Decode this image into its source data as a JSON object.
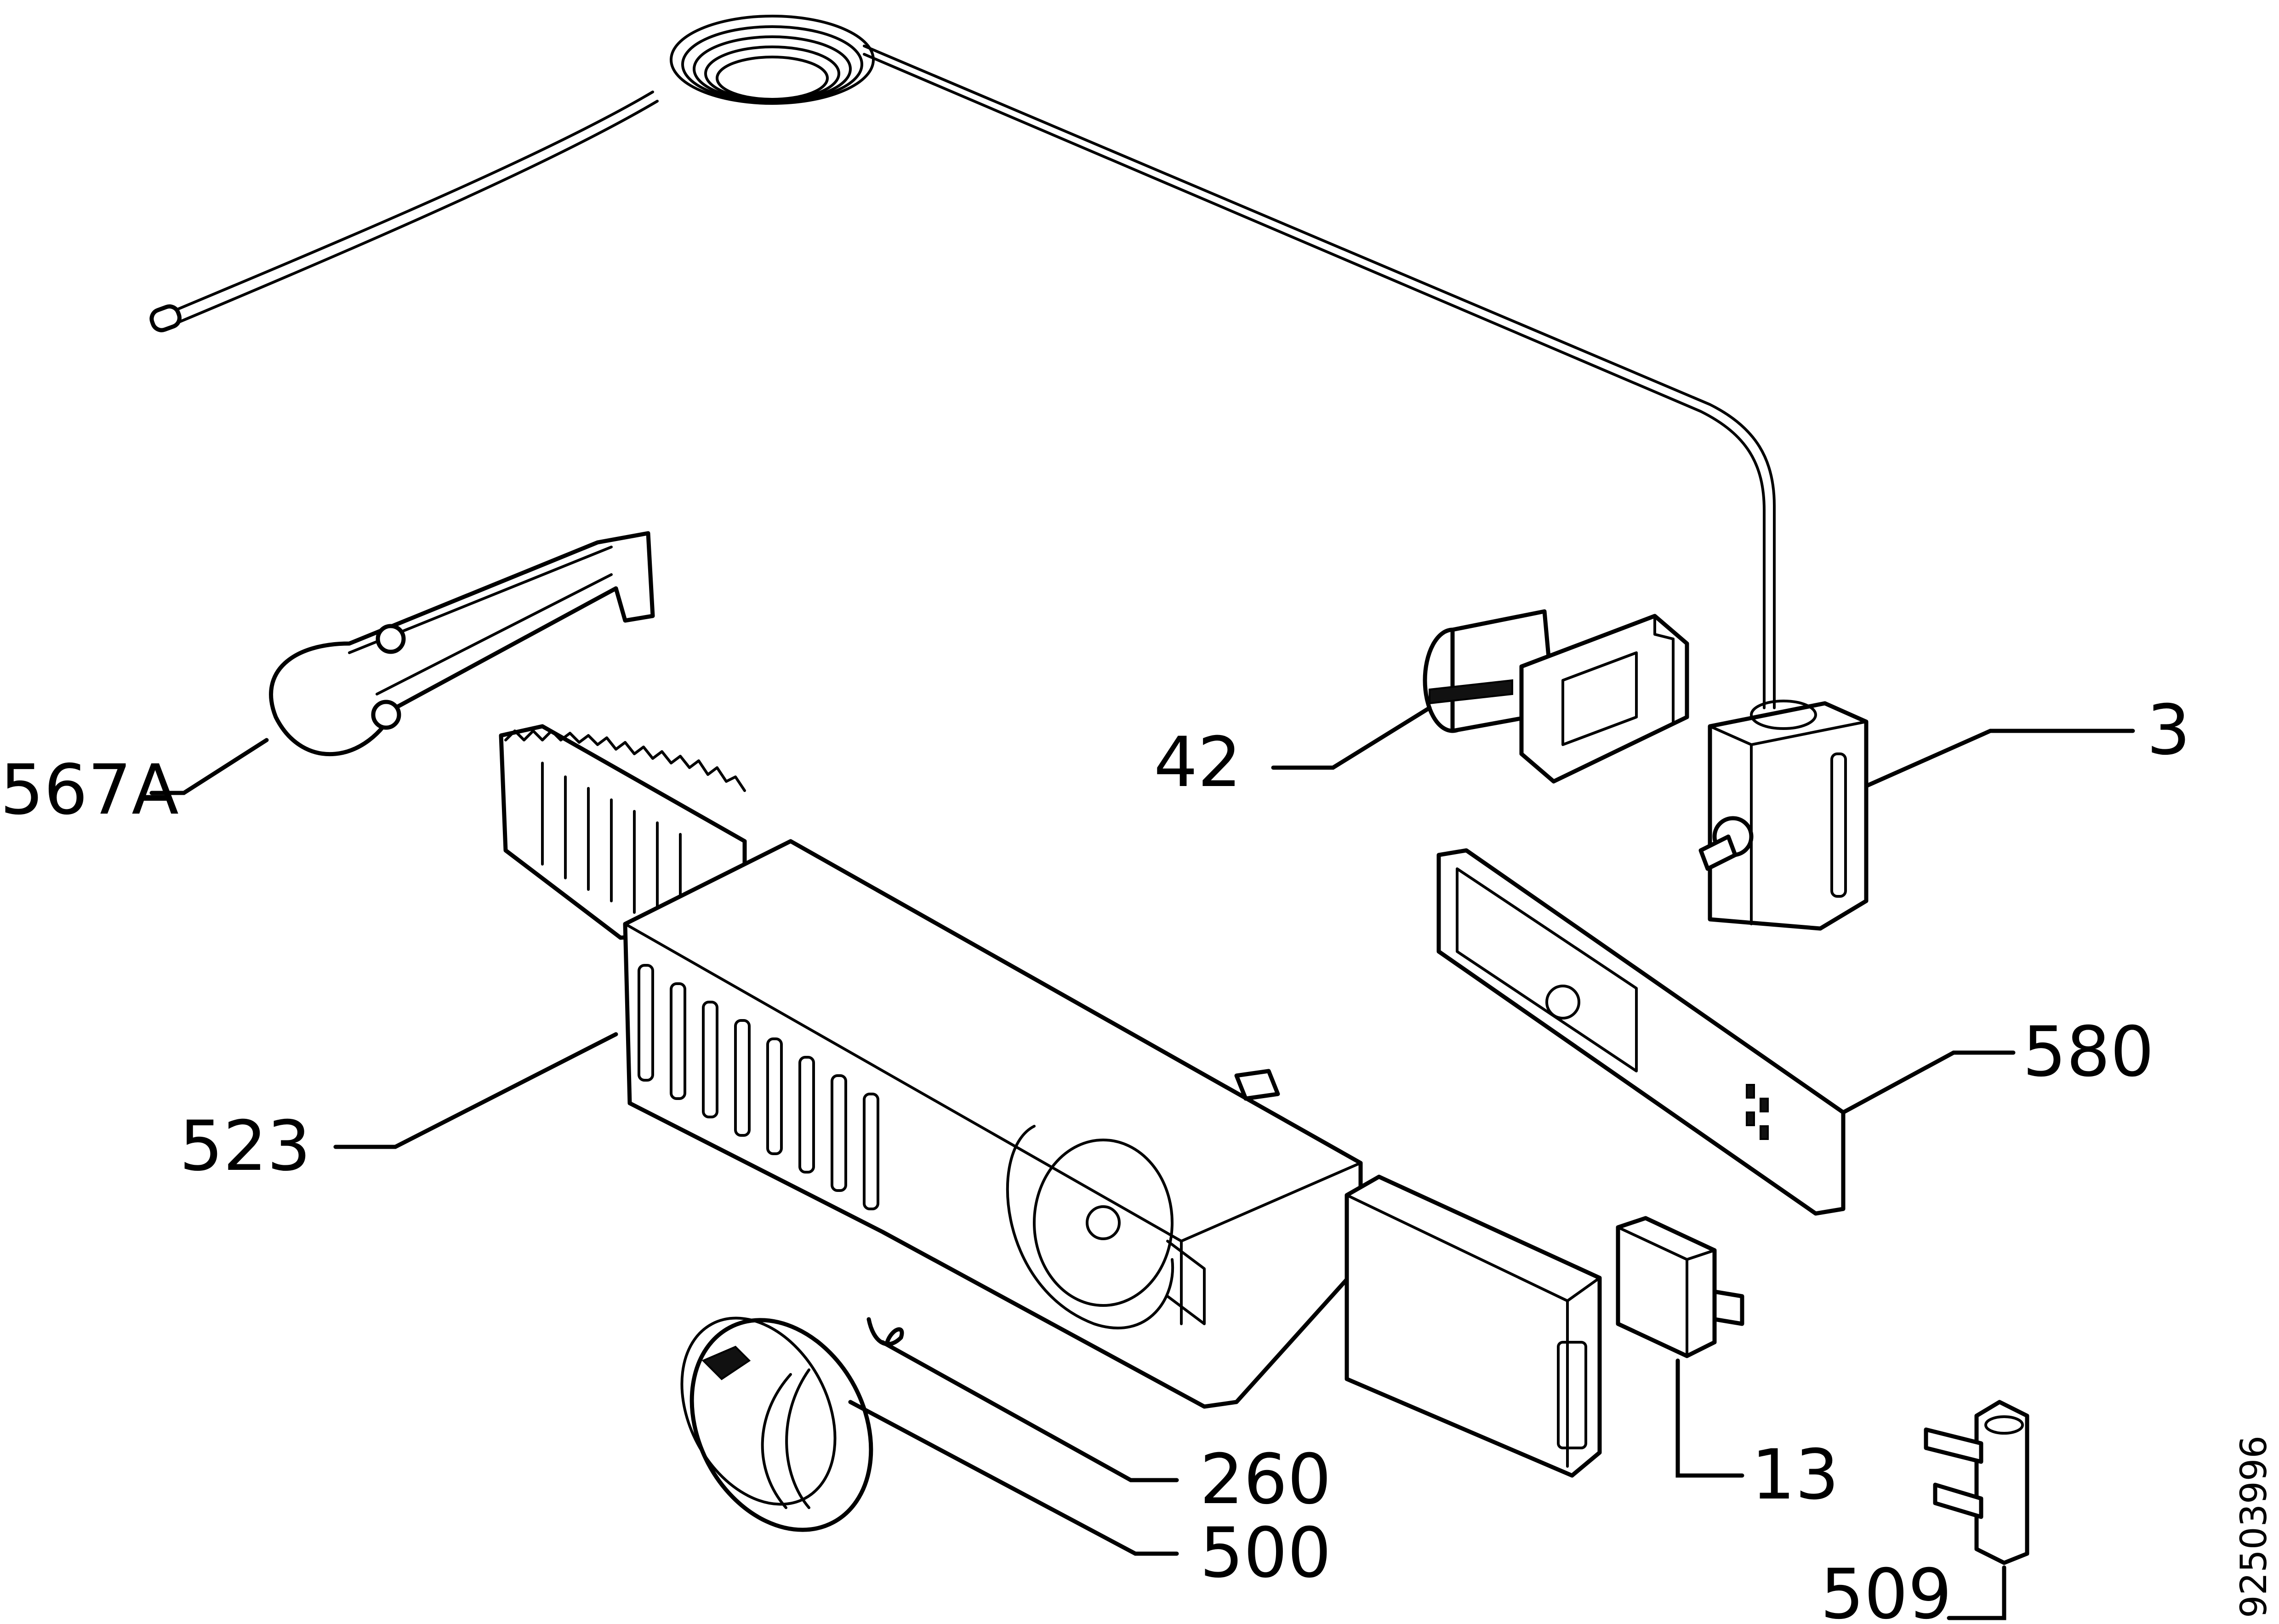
{
  "diagram": {
    "labels": {
      "p567a": "567A",
      "p42": "42",
      "p3": "3",
      "p580": "580",
      "p523": "523",
      "p260": "260",
      "p500": "500",
      "p13": "13",
      "p509": "509"
    },
    "drawing_code": "92503996"
  }
}
